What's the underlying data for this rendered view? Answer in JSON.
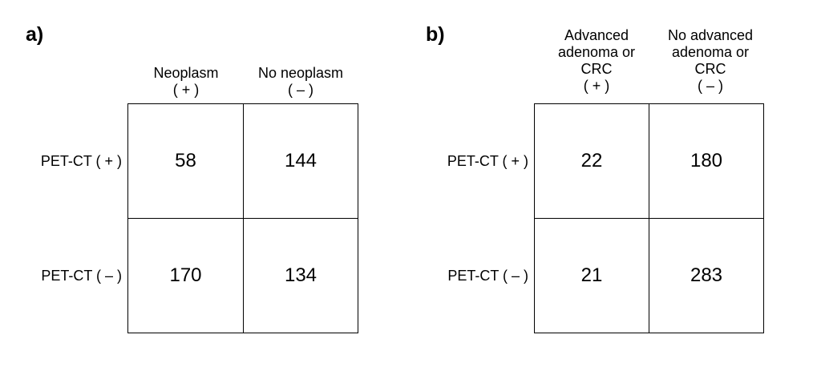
{
  "panels": [
    {
      "label": "a)",
      "columns": [
        {
          "lines": [
            "Neoplasm",
            "( + )"
          ]
        },
        {
          "lines": [
            "No neoplasm",
            "( – )"
          ]
        }
      ],
      "rows": [
        {
          "label": "PET-CT ( + )",
          "values": [
            "58",
            "144"
          ]
        },
        {
          "label": "PET-CT ( – )",
          "values": [
            "170",
            "134"
          ]
        }
      ]
    },
    {
      "label": "b)",
      "columns": [
        {
          "lines": [
            "Advanced",
            "adenoma or",
            "CRC",
            "( + )"
          ]
        },
        {
          "lines": [
            "No advanced",
            "adenoma or",
            "CRC",
            "( – )"
          ]
        }
      ],
      "rows": [
        {
          "label": "PET-CT ( + )",
          "values": [
            "22",
            "180"
          ]
        },
        {
          "label": "PET-CT ( – )",
          "values": [
            "21",
            "283"
          ]
        }
      ]
    }
  ]
}
